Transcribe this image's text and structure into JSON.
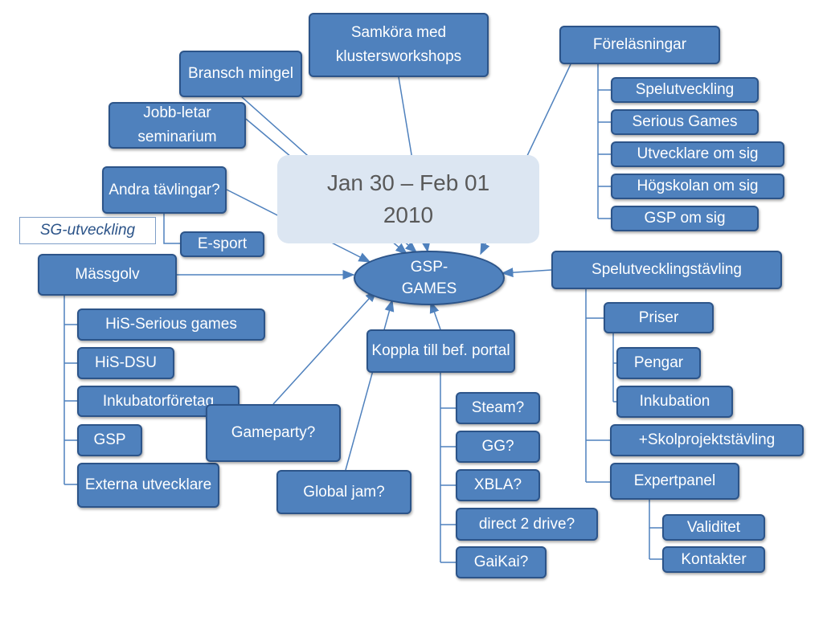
{
  "banner": {
    "line1": "Jan 30 – Feb 01",
    "line2": "2010"
  },
  "hub": {
    "line1": "GSP-",
    "line2": "GAMES"
  },
  "nodes": {
    "samkora": "Samköra med klustersworkshops",
    "bransch": "Bransch mingel",
    "jobb": "Jobb-letar seminarium",
    "andra": "Andra tävlingar?",
    "sg_utveckling": "SG-utveckling",
    "esport": "E-sport",
    "massgolv": "Mässgolv",
    "his_serious": "HiS-Serious games",
    "his_dsu": "HiS-DSU",
    "inkubator": "Inkubatorföretag",
    "gsp": "GSP",
    "externa": "Externa utvecklare",
    "gameparty": "Gameparty?",
    "global_jam": "Global jam?",
    "koppla": "Koppla till bef. portal",
    "steam": "Steam?",
    "gg": "GG?",
    "xbla": "XBLA?",
    "direct2drive": "direct 2 drive?",
    "gaikai": "GaiKai?",
    "forelasningar": "Föreläsningar",
    "spelutveckling": "Spelutveckling",
    "serious_games": "Serious Games",
    "utvecklare_om_sig": "Utvecklare om sig",
    "hogskolan_om_sig": "Högskolan om sig",
    "gsp_om_sig": "GSP om sig",
    "spelutv_tavling": "Spelutvecklingstävling",
    "priser": "Priser",
    "pengar": "Pengar",
    "inkubation": "Inkubation",
    "skolprojekt": "+Skolprojektstävling",
    "expertpanel": "Expertpanel",
    "validitet": "Validitet",
    "kontakter": "Kontakter"
  },
  "colors": {
    "box_fill": "#4f81bd",
    "box_border": "#2c5489",
    "banner_fill": "#dce6f2",
    "banner_text": "#595959"
  }
}
